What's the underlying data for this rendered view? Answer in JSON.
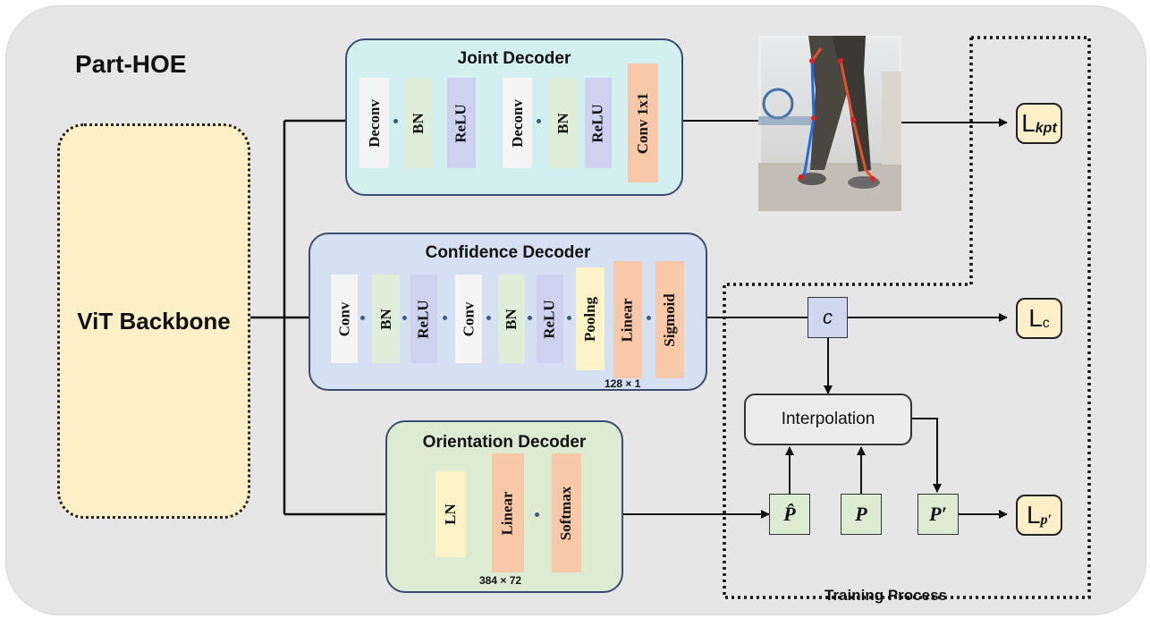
{
  "title": "Part-HOE",
  "backbone": {
    "label": "ViT Backbone"
  },
  "joint_decoder": {
    "title": "Joint Decoder",
    "blocks": [
      "Deconv",
      "BN",
      "ReLU",
      "Deconv",
      "BN",
      "ReLU",
      "Conv 1x1"
    ]
  },
  "confidence_decoder": {
    "title": "Confidence Decoder",
    "blocks": [
      "Conv",
      "BN",
      "ReLU",
      "Conv",
      "BN",
      "ReLU",
      "Poolng",
      "Linear",
      "Sigmoid"
    ],
    "dim_label": "128 × 1"
  },
  "orientation_decoder": {
    "title": "Orientation Decoder",
    "blocks": [
      "LN",
      "Linear",
      "Softmax"
    ],
    "dim_label": "384 × 72"
  },
  "training": {
    "c_label": "c",
    "interpolation_label": "Interpolation",
    "p_hat_label": "P̂",
    "p_label": "P",
    "p_prime_label": "P′",
    "caption": "Training Process"
  },
  "losses": {
    "kpt": {
      "main": "L",
      "sub": "kpt"
    },
    "c": {
      "main": "L",
      "sub": "c"
    },
    "p": {
      "main": "L",
      "sub": "p′"
    }
  },
  "colors": {
    "panel_border": "#3b4d6e",
    "joint_bg": "#d3efef",
    "confidence_bg": "#d6e0f3",
    "orientation_bg": "#dcebd2",
    "backbone_bg": "#fdf0c9",
    "orange": "#f8c8a8",
    "green": "#dfeed8",
    "purple": "#cdd3ef",
    "white": "#f4f4f4",
    "yellow": "#fdf3c9"
  }
}
